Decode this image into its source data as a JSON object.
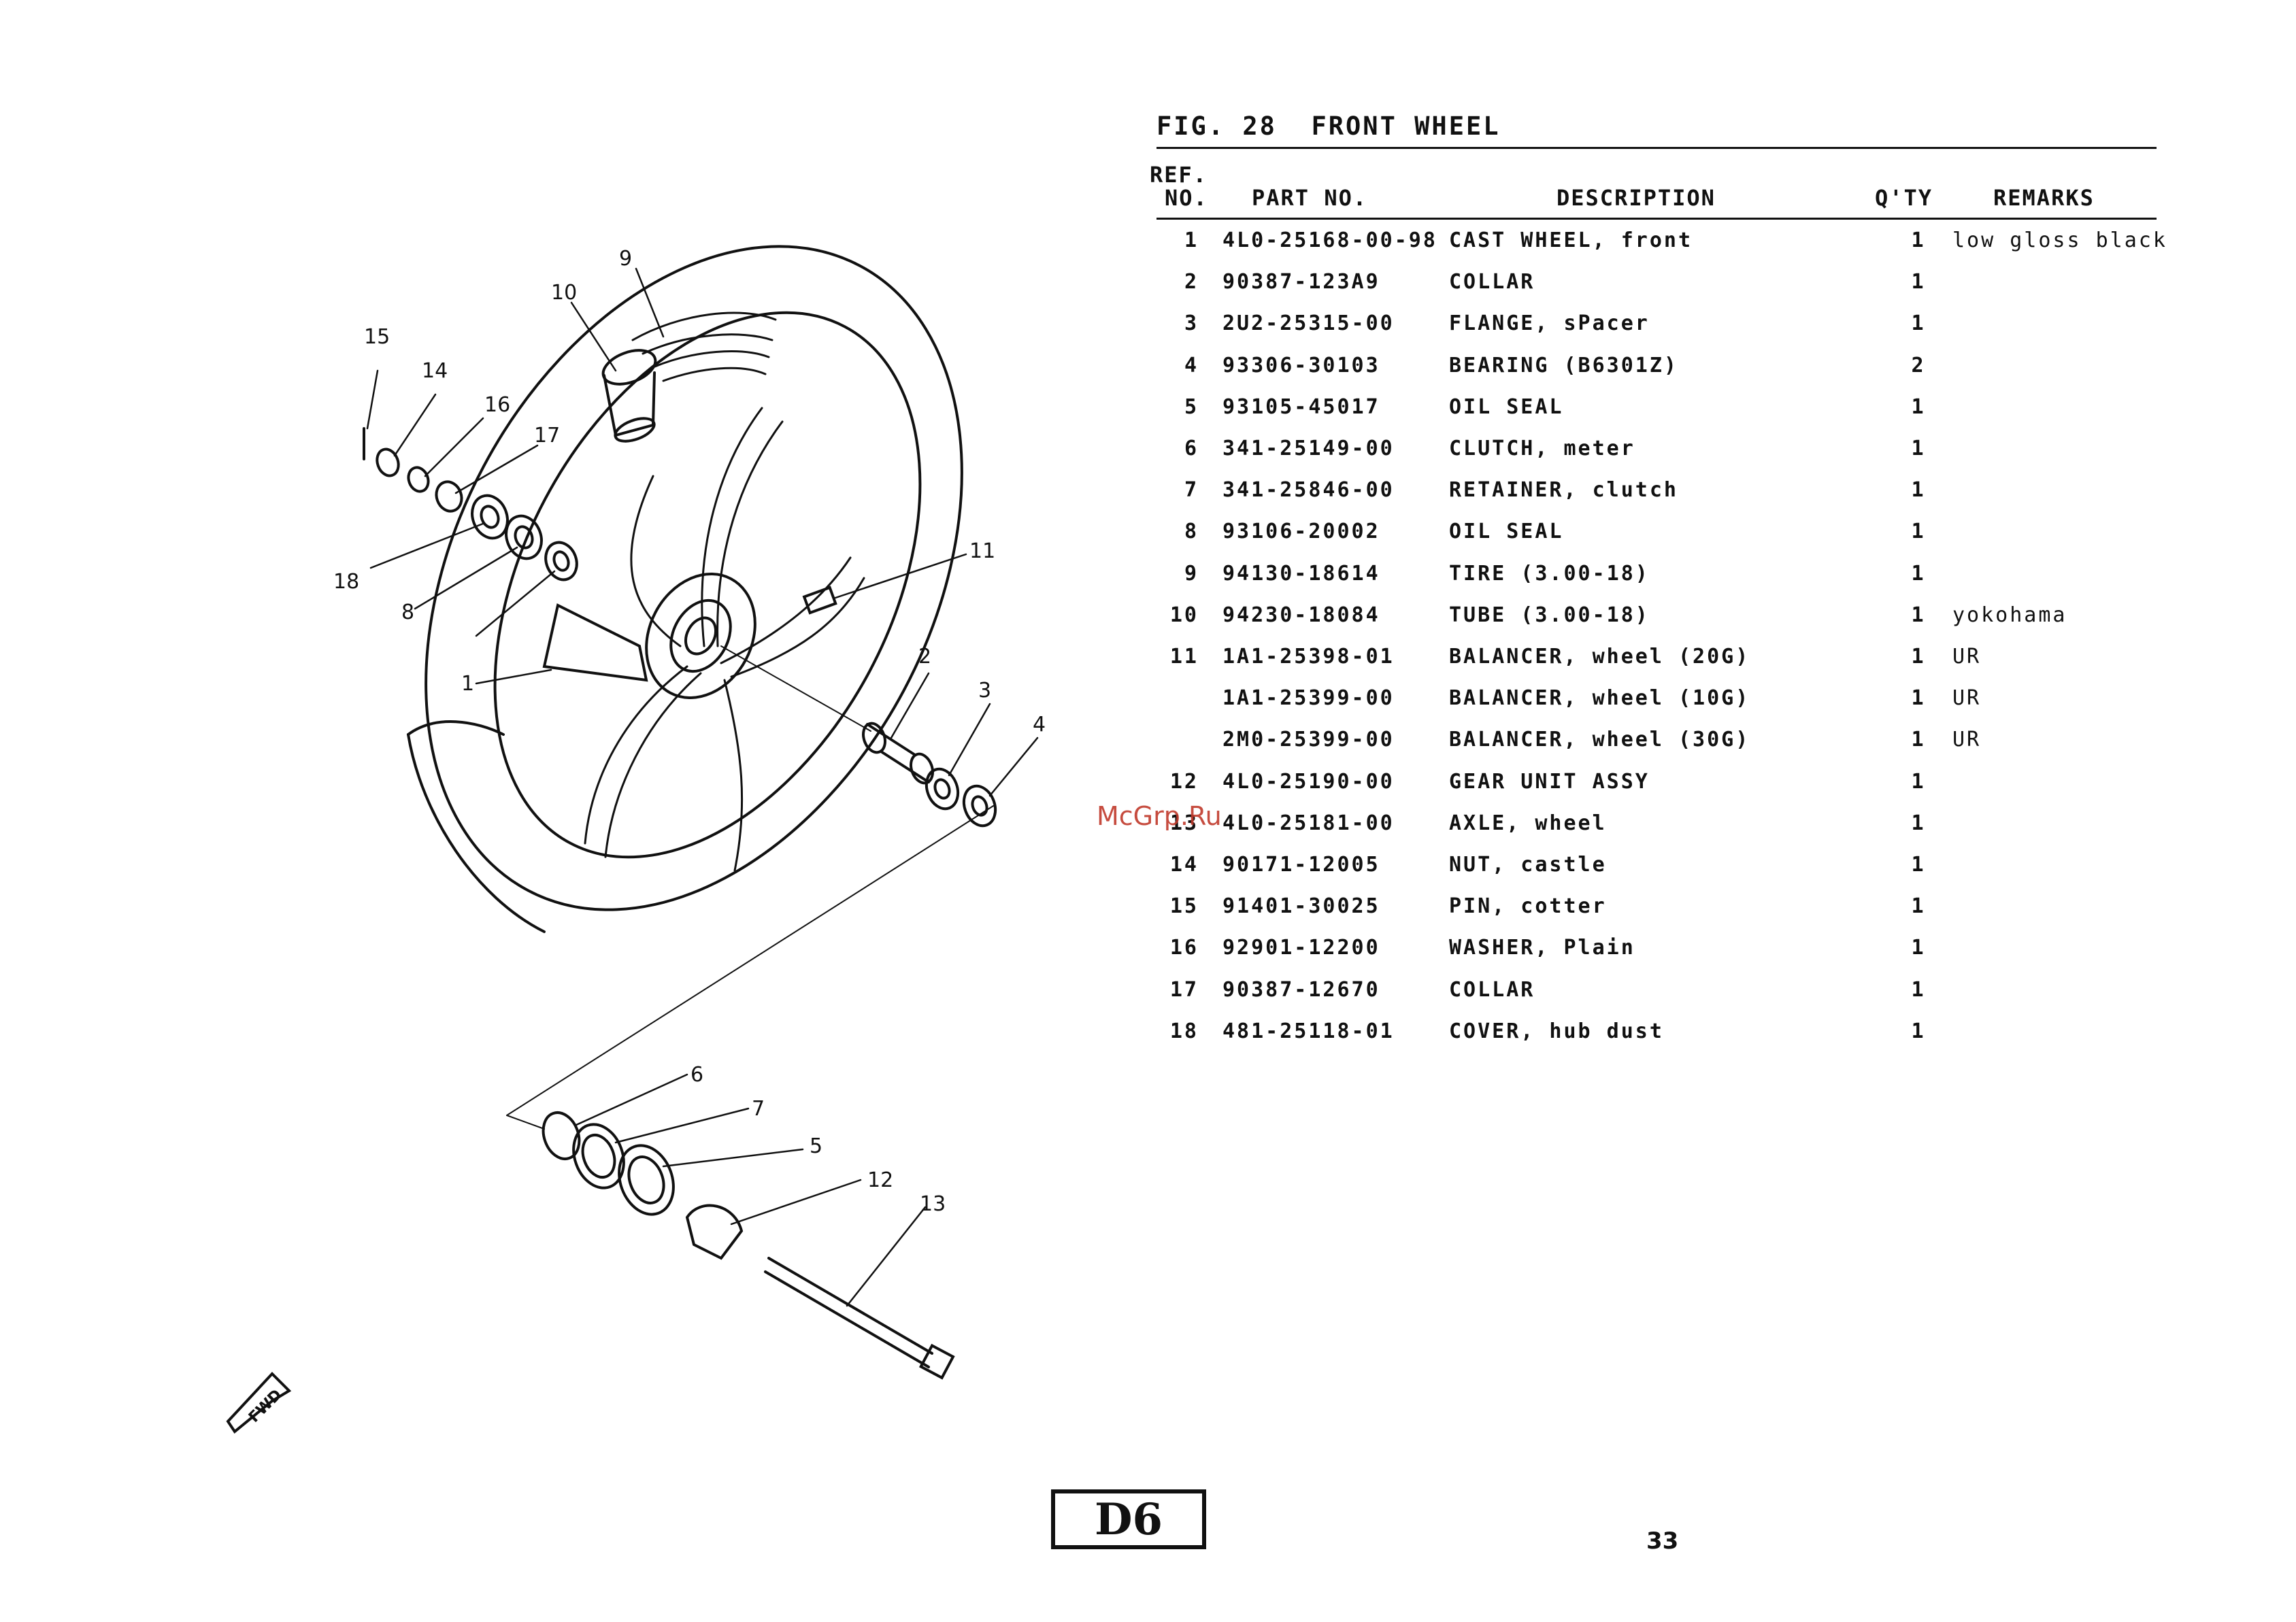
{
  "figure": {
    "title": "FIG. 28  FRONT WHEEL"
  },
  "table": {
    "headers": {
      "ref_line1": "REF.",
      "ref_line2": "NO.",
      "part": "PART NO.",
      "description": "DESCRIPTION",
      "qty": "Q'TY",
      "remarks": "REMARKS"
    },
    "rows": [
      {
        "ref": "1",
        "part": "4L0-25168-00-98",
        "desc": "CAST WHEEL, front",
        "qty": "1",
        "remarks": "low gloss black"
      },
      {
        "ref": "2",
        "part": "90387-123A9",
        "desc": "COLLAR",
        "qty": "1",
        "remarks": ""
      },
      {
        "ref": "3",
        "part": "2U2-25315-00",
        "desc": "FLANGE, sPacer",
        "qty": "1",
        "remarks": ""
      },
      {
        "ref": "4",
        "part": "93306-30103",
        "desc": "BEARING (B6301Z)",
        "qty": "2",
        "remarks": ""
      },
      {
        "ref": "5",
        "part": "93105-45017",
        "desc": "OIL SEAL",
        "qty": "1",
        "remarks": ""
      },
      {
        "ref": "6",
        "part": "341-25149-00",
        "desc": "CLUTCH, meter",
        "qty": "1",
        "remarks": ""
      },
      {
        "ref": "7",
        "part": "341-25846-00",
        "desc": "RETAINER, clutch",
        "qty": "1",
        "remarks": ""
      },
      {
        "ref": "8",
        "part": "93106-20002",
        "desc": "OIL SEAL",
        "qty": "1",
        "remarks": ""
      },
      {
        "ref": "9",
        "part": "94130-18614",
        "desc": "TIRE (3.00-18)",
        "qty": "1",
        "remarks": ""
      },
      {
        "ref": "10",
        "part": "94230-18084",
        "desc": "TUBE (3.00-18)",
        "qty": "1",
        "remarks": "yokohama"
      },
      {
        "ref": "11",
        "part": "1A1-25398-01",
        "desc": "BALANCER, wheel (20G)",
        "qty": "1",
        "remarks": "UR"
      },
      {
        "ref": "",
        "part": "1A1-25399-00",
        "desc": "BALANCER, wheel (10G)",
        "qty": "1",
        "remarks": "UR"
      },
      {
        "ref": "",
        "part": "2M0-25399-00",
        "desc": "BALANCER, wheel (30G)",
        "qty": "1",
        "remarks": "UR"
      },
      {
        "ref": "12",
        "part": "4L0-25190-00",
        "desc": "GEAR UNIT ASSY",
        "qty": "1",
        "remarks": ""
      },
      {
        "ref": "13",
        "part": "4L0-25181-00",
        "desc": "AXLE, wheel",
        "qty": "1",
        "remarks": ""
      },
      {
        "ref": "14",
        "part": "90171-12005",
        "desc": "NUT, castle",
        "qty": "1",
        "remarks": ""
      },
      {
        "ref": "15",
        "part": "91401-30025",
        "desc": "PIN, cotter",
        "qty": "1",
        "remarks": ""
      },
      {
        "ref": "16",
        "part": "92901-12200",
        "desc": "WASHER, Plain",
        "qty": "1",
        "remarks": ""
      },
      {
        "ref": "17",
        "part": "90387-12670",
        "desc": "COLLAR",
        "qty": "1",
        "remarks": ""
      },
      {
        "ref": "18",
        "part": "481-25118-01",
        "desc": "COVER, hub dust",
        "qty": "1",
        "remarks": ""
      }
    ]
  },
  "diagram": {
    "callouts": [
      "1",
      "2",
      "3",
      "4",
      "5",
      "6",
      "7",
      "8",
      "9",
      "10",
      "11",
      "12",
      "13",
      "14",
      "15",
      "16",
      "17",
      "18"
    ],
    "fwd_label": "FWD"
  },
  "watermark": "McGrp.Ru",
  "section_code": "D6",
  "page_number": "33"
}
